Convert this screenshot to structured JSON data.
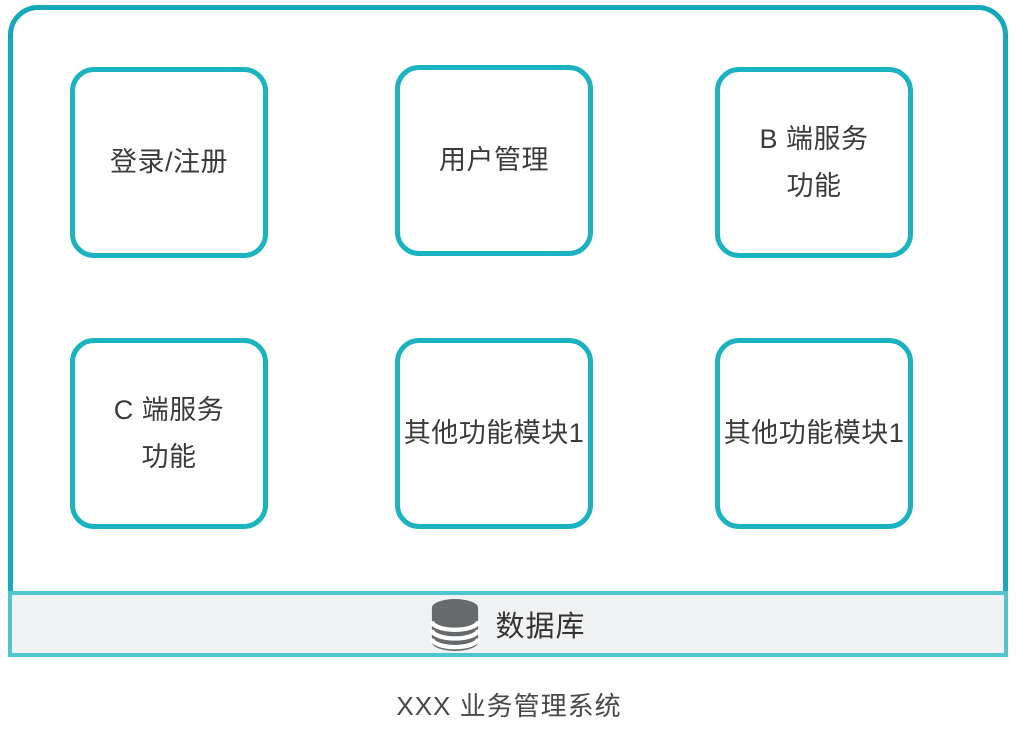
{
  "diagram": {
    "caption": "XXX 业务管理系统",
    "modules": [
      {
        "line1": "登录/注册"
      },
      {
        "line1": "用户管理"
      },
      {
        "line1": "B 端服务",
        "line2": "功能"
      },
      {
        "line1": "C 端服务",
        "line2": "功能"
      },
      {
        "line1": "其他功能模块1"
      },
      {
        "line1": "其他功能模块1"
      }
    ],
    "database": {
      "label": "数据库",
      "icon": "database-icon"
    },
    "colors": {
      "boundary_border": "#16a8b8",
      "module_border": "#1cb3c1",
      "bar_border": "#4fc3ce",
      "bar_background": "#eff1f2",
      "icon_gray": "#666a6c",
      "text": "#3b3b3b"
    }
  }
}
